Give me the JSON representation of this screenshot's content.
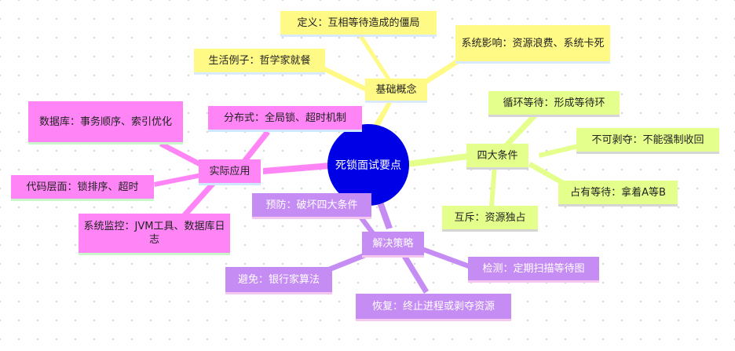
{
  "center": {
    "label": "死锁面试要点"
  },
  "colors": {
    "center": "#0000e6",
    "basics": "#fff986",
    "conditions": "#e5ff8c",
    "practice": "#ff85f6",
    "strategies": "#c58cf3"
  },
  "basics": {
    "label": "基础概念",
    "children": [
      "定义：互相等待造成的僵局",
      "系统影响：资源浪费、系统卡死",
      "生活例子：哲学家就餐"
    ]
  },
  "conditions": {
    "label": "四大条件",
    "children": [
      "循环等待：形成等待环",
      "不可剥夺：不能强制收回",
      "占有等待：拿着A等B",
      "互斥：资源独占"
    ]
  },
  "practice": {
    "label": "实际应用",
    "children": [
      "分布式：全局锁、超时机制",
      "数据库：事务顺序、索引优化",
      "代码层面：锁排序、超时",
      "系统监控：JVM工具、数据库日志"
    ]
  },
  "strategies": {
    "label": "解决策略",
    "children": [
      "预防：破坏四大条件",
      "避免：银行家算法",
      "检测：定期扫描等待图",
      "恢复：终止进程或剥夺资源"
    ]
  }
}
